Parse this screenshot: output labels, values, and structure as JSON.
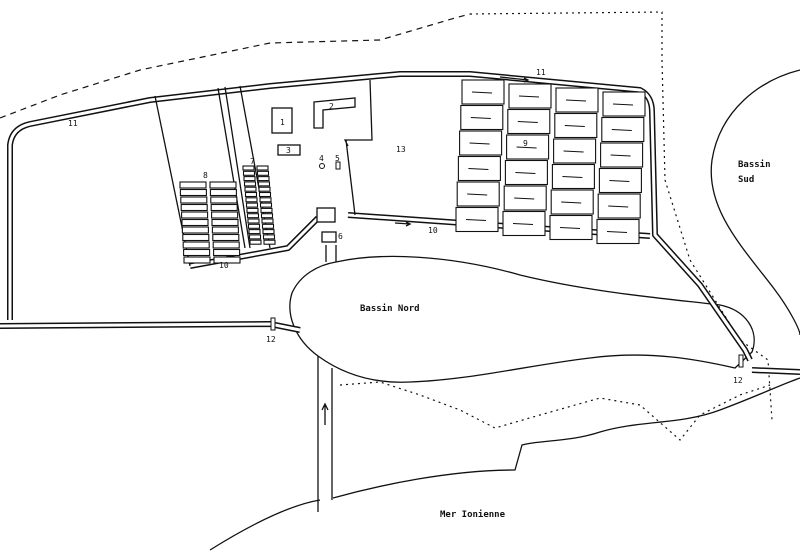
{
  "map": {
    "water_labels": {
      "north_basin": "Bassin Nord",
      "south_basin_line1": "Bassin",
      "south_basin_line2": "Sud",
      "sea": "Mer Ionienne"
    },
    "markers": {
      "m1": "1",
      "m2": "2",
      "m3": "3",
      "m4": "4",
      "m5": "5",
      "m6": "6",
      "m7": "7",
      "m8": "8",
      "m9": "9",
      "m10a": "10",
      "m10b": "10",
      "m11a": "11",
      "m11b": "11",
      "m12a": "12",
      "m12b": "12",
      "m13": "13"
    }
  }
}
